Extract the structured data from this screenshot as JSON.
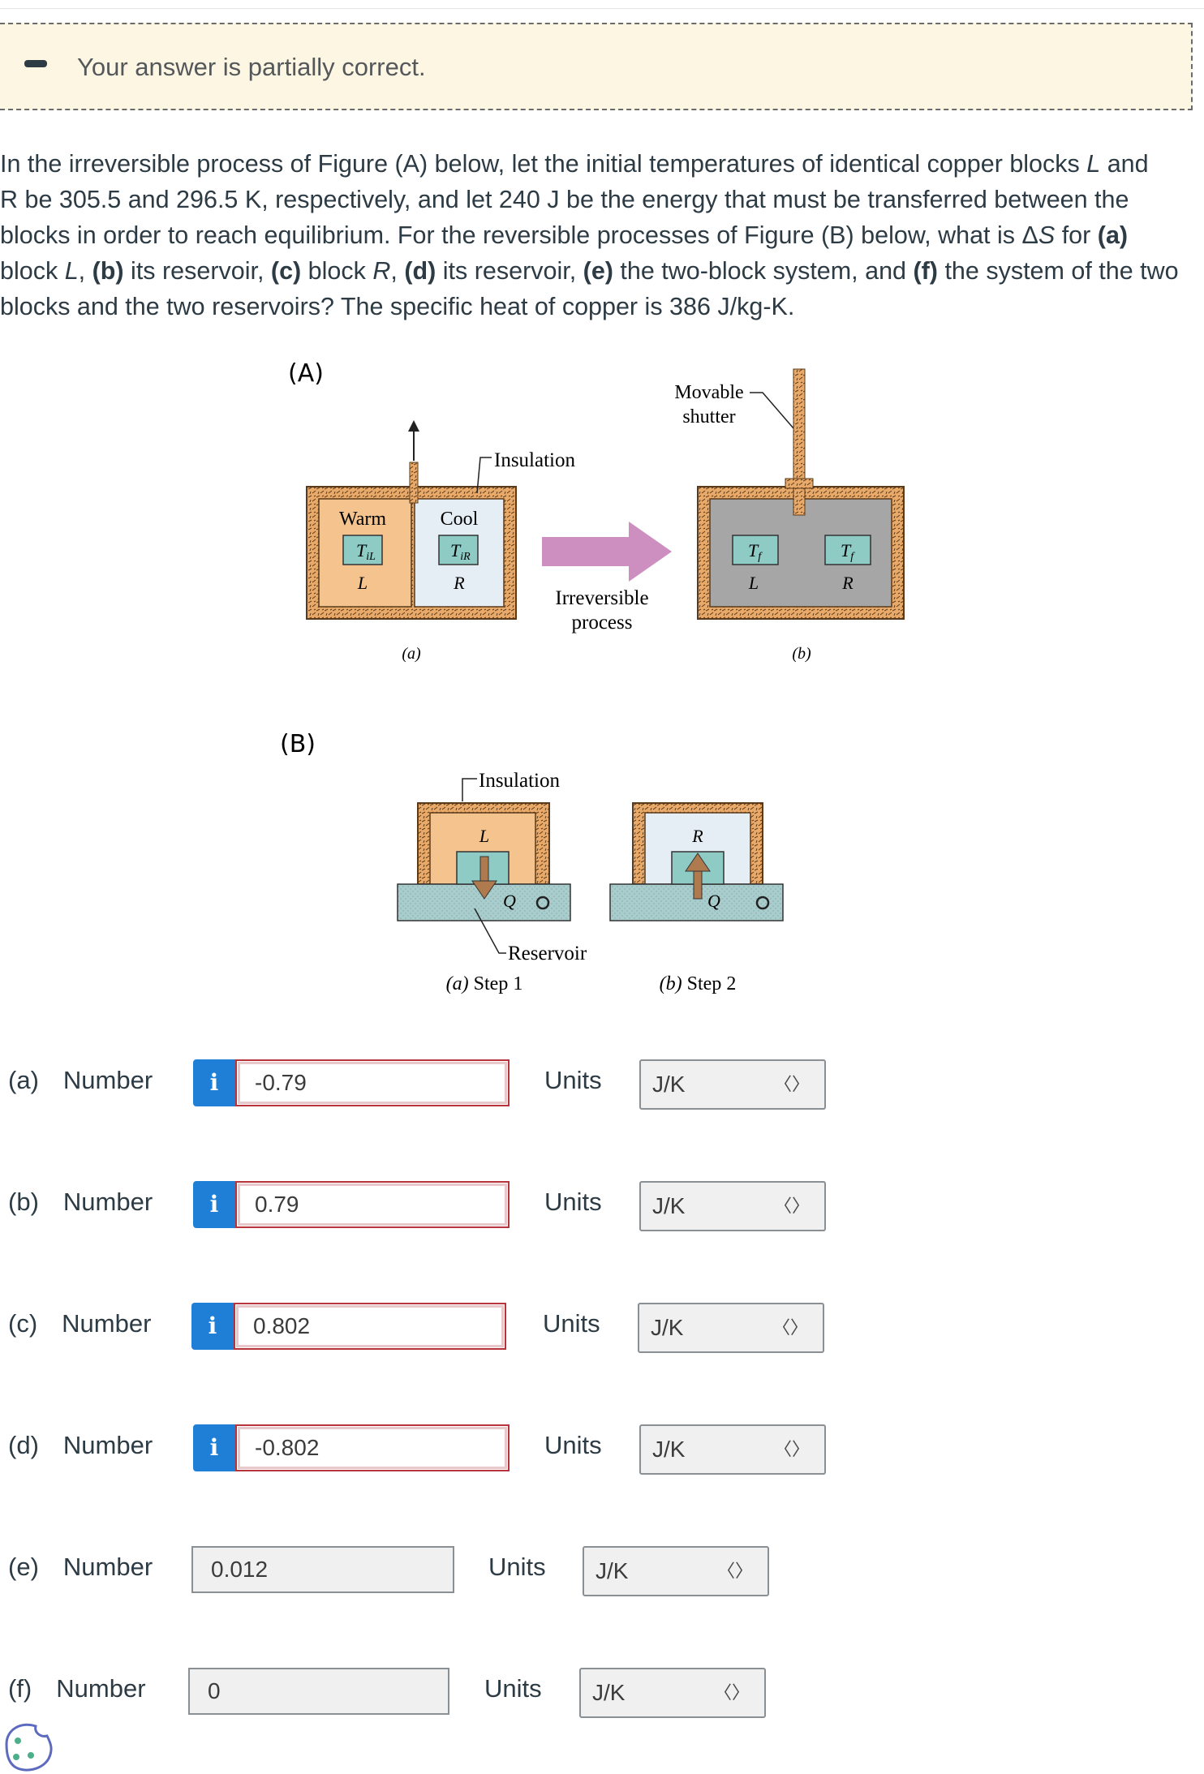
{
  "banner": {
    "message": "Your answer is partially correct."
  },
  "question": {
    "lines": [
      [
        "In the irreversible process of Figure (A) below, let the initial temperatures of identical copper blocks ",
        {
          "i": "L"
        },
        " and"
      ],
      [
        "R be 305.5 and 296.5 K, respectively, and let 240 J be the energy that must be transferred between the"
      ],
      [
        "blocks in order to reach equilibrium. For the reversible processes of Figure (B) below, what is Δ",
        {
          "i": "S"
        },
        " for ",
        {
          "b": "(a)"
        }
      ],
      [
        "block ",
        {
          "i": "L"
        },
        ", ",
        {
          "b": "(b)"
        },
        " its reservoir, ",
        {
          "b": "(c)"
        },
        " block ",
        {
          "i": "R"
        },
        ", ",
        {
          "b": "(d)"
        },
        " its reservoir, ",
        {
          "b": "(e)"
        },
        " the two-block system, and ",
        {
          "b": "(f)"
        },
        " the system of the two"
      ],
      [
        "blocks and the two reservoirs? The specific heat of copper is 386 J/kg-K."
      ]
    ]
  },
  "figure": {
    "a_title": "(A)",
    "b_title": "(B)",
    "insulation": "Insulation",
    "warm": "Warm",
    "cool": "Cool",
    "t_il": "T",
    "t_il_sub": "iL",
    "t_ir": "T",
    "t_ir_sub": "iR",
    "t_f": "T",
    "t_f_sub": "f",
    "block_l": "L",
    "block_r": "R",
    "irreversible": "Irreversible",
    "process": "process",
    "movable": "Movable",
    "shutter": "shutter",
    "cap_a": "(a)",
    "cap_b": "(b)",
    "q": "Q",
    "reservoir": "Reservoir",
    "step1_label": "(a)",
    "step1": "Step 1",
    "step2_label": "(b)",
    "step2": "Step 2"
  },
  "parts": [
    {
      "label": "(a)",
      "number_label": "Number",
      "value": "-0.79",
      "units_label": "Units",
      "unit": "J/K",
      "status": "incorrect",
      "info": "i"
    },
    {
      "label": "(b)",
      "number_label": "Number",
      "value": "0.79",
      "units_label": "Units",
      "unit": "J/K",
      "status": "incorrect",
      "info": "i"
    },
    {
      "label": "(c)",
      "number_label": "Number",
      "value": "0.802",
      "units_label": "Units",
      "unit": "J/K",
      "status": "incorrect",
      "info": "i"
    },
    {
      "label": "(d)",
      "number_label": "Number",
      "value": "-0.802",
      "units_label": "Units",
      "unit": "J/K",
      "status": "incorrect",
      "info": "i"
    },
    {
      "label": "(e)",
      "number_label": "Number",
      "value": "0.012",
      "units_label": "Units",
      "unit": "J/K",
      "status": "neutral"
    },
    {
      "label": "(f)",
      "number_label": "Number",
      "value": "0",
      "units_label": "Units",
      "unit": "J/K",
      "status": "neutral"
    }
  ],
  "colors": {
    "warm_block": "#f4c38e",
    "cool_block": "#e6eef5",
    "final_block": "#a6a6a6",
    "reservoir": "#a9cccc",
    "insulation": "#e9a968",
    "arrow": "#cc8fc0",
    "thermo_box": "#8fcbc5",
    "info": "#1f7fd6",
    "incorrect_border": "#b9333a"
  }
}
